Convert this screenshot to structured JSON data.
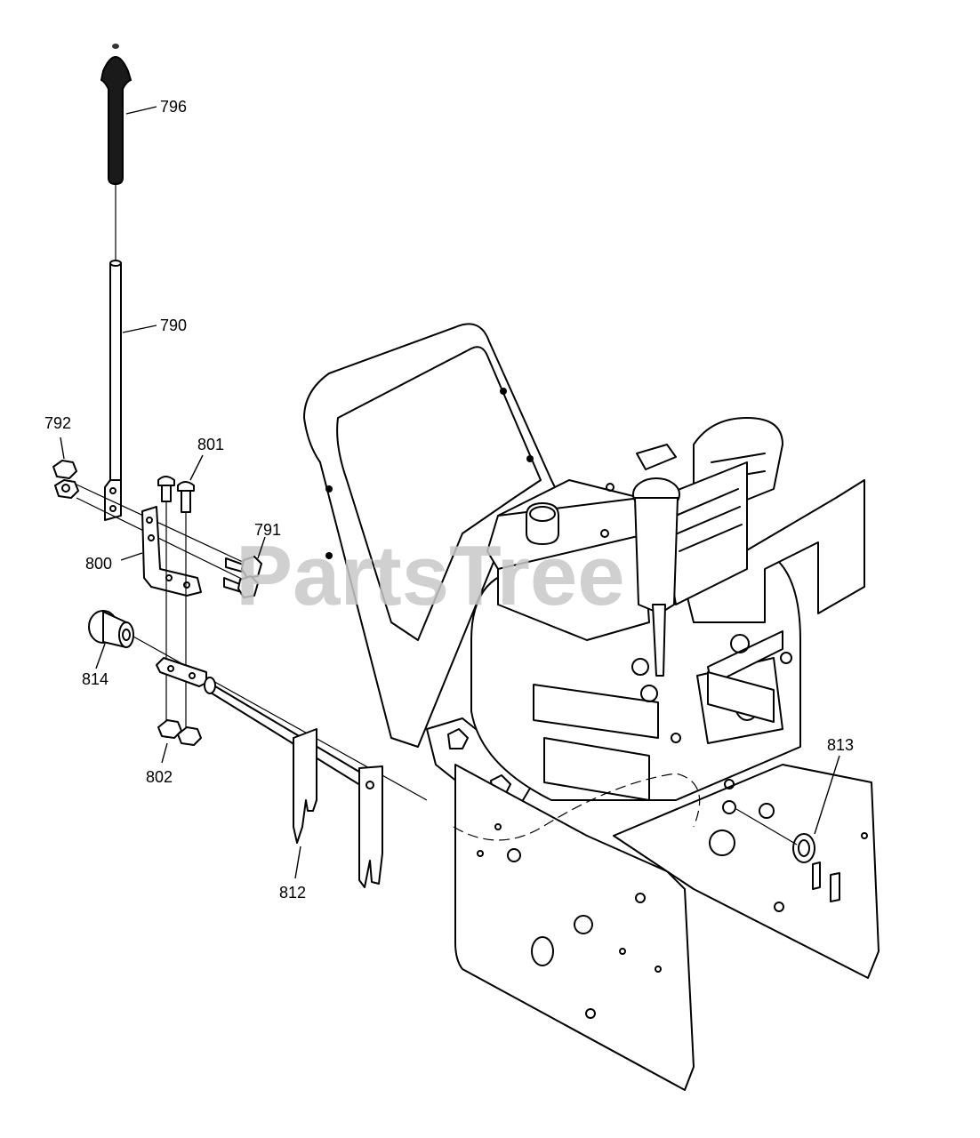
{
  "watermark": "PartsTree",
  "callouts": {
    "c796": "796",
    "c790": "790",
    "c792": "792",
    "c801": "801",
    "c791": "791",
    "c800": "800",
    "c814": "814",
    "c802": "802",
    "c812": "812",
    "c813": "813"
  }
}
